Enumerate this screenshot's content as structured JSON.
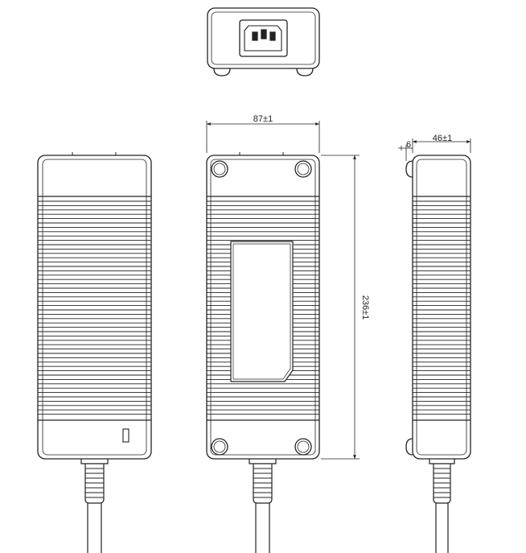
{
  "colors": {
    "line": "#222222",
    "background": "#ffffff"
  },
  "dimensions": {
    "width": "87±1",
    "length": "236±1",
    "height": "46±1",
    "foot": "6"
  }
}
